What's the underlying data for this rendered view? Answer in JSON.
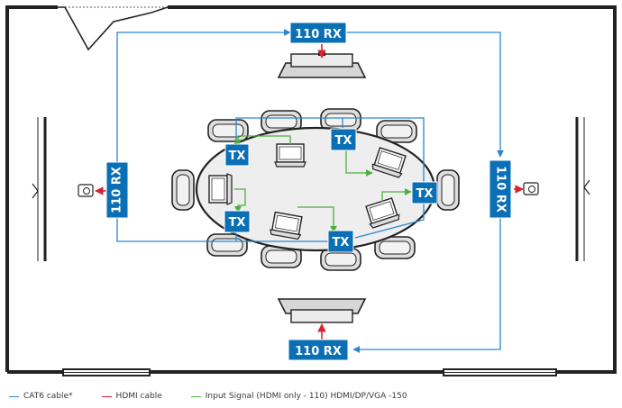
{
  "colors": {
    "cat6": "#2b86d1",
    "hdmi": "#d9232e",
    "input": "#4caf3c",
    "device": "#0a6fb4",
    "wall": "#222222",
    "chair": "#dedede",
    "table": "#eeeeee"
  },
  "devices": {
    "rx_top": "110 RX",
    "rx_left": "110 RX",
    "rx_right": "110 RX",
    "rx_bottom": "110 RX",
    "tx_1": "TX",
    "tx_2": "TX",
    "tx_3": "TX",
    "tx_4": "TX",
    "tx_5": "TX"
  },
  "icons": {
    "display": "display-icon",
    "projector": "projector-icon",
    "laptop": "laptop-icon",
    "chair": "chair-icon",
    "door": "door-icon"
  },
  "legend": {
    "cat6": "CAT6 cable*",
    "hdmi": "HDMI cable",
    "input": "Input Signal (HDMI only - 110) HDMI/DP/VGA -150"
  }
}
